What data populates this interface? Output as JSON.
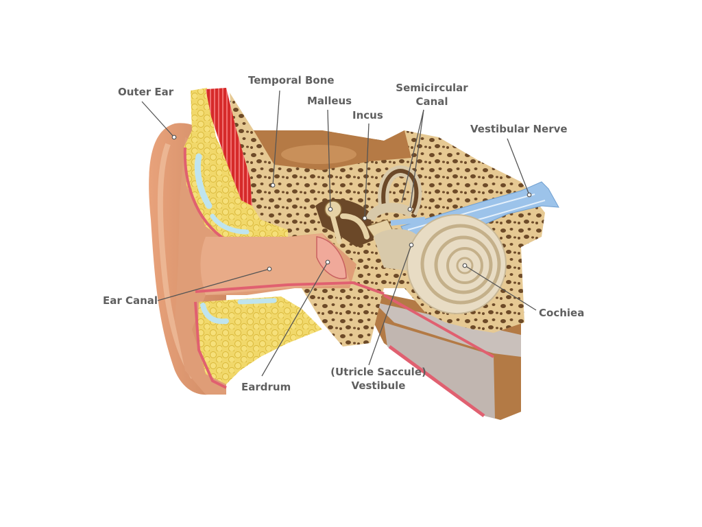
{
  "labels": {
    "outer_ear": "Outer Ear",
    "temporal_bone": "Temporal Bone",
    "malleus": "Malleus",
    "incus": "Incus",
    "semicircular_canal_line1": "Semicircular",
    "semicircular_canal_line2": "Canal",
    "vestibular_nerve": "Vestibular Nerve",
    "ear_canal": "Ear Canal",
    "cochlea": "Cochiea",
    "eardrum": "Eardrum",
    "vestibule_line1": "(Utricle Saccule)",
    "vestibule_line2": "Vestibule"
  },
  "colors": {
    "skin": "#d9926a",
    "skin_light": "#eab393",
    "fat": "#efd25a",
    "bone": "#e3c48e",
    "bone_pores": "#6a4a2a",
    "muscle": "#d62a2a",
    "lining": "#e06070",
    "cochlea": "#e8dcc4",
    "nerve": "#9cc3ea",
    "brown": "#b07844",
    "grey_band": "#c9c0bb",
    "label_text": "#5f5f5f",
    "leader_line": "#555555"
  }
}
